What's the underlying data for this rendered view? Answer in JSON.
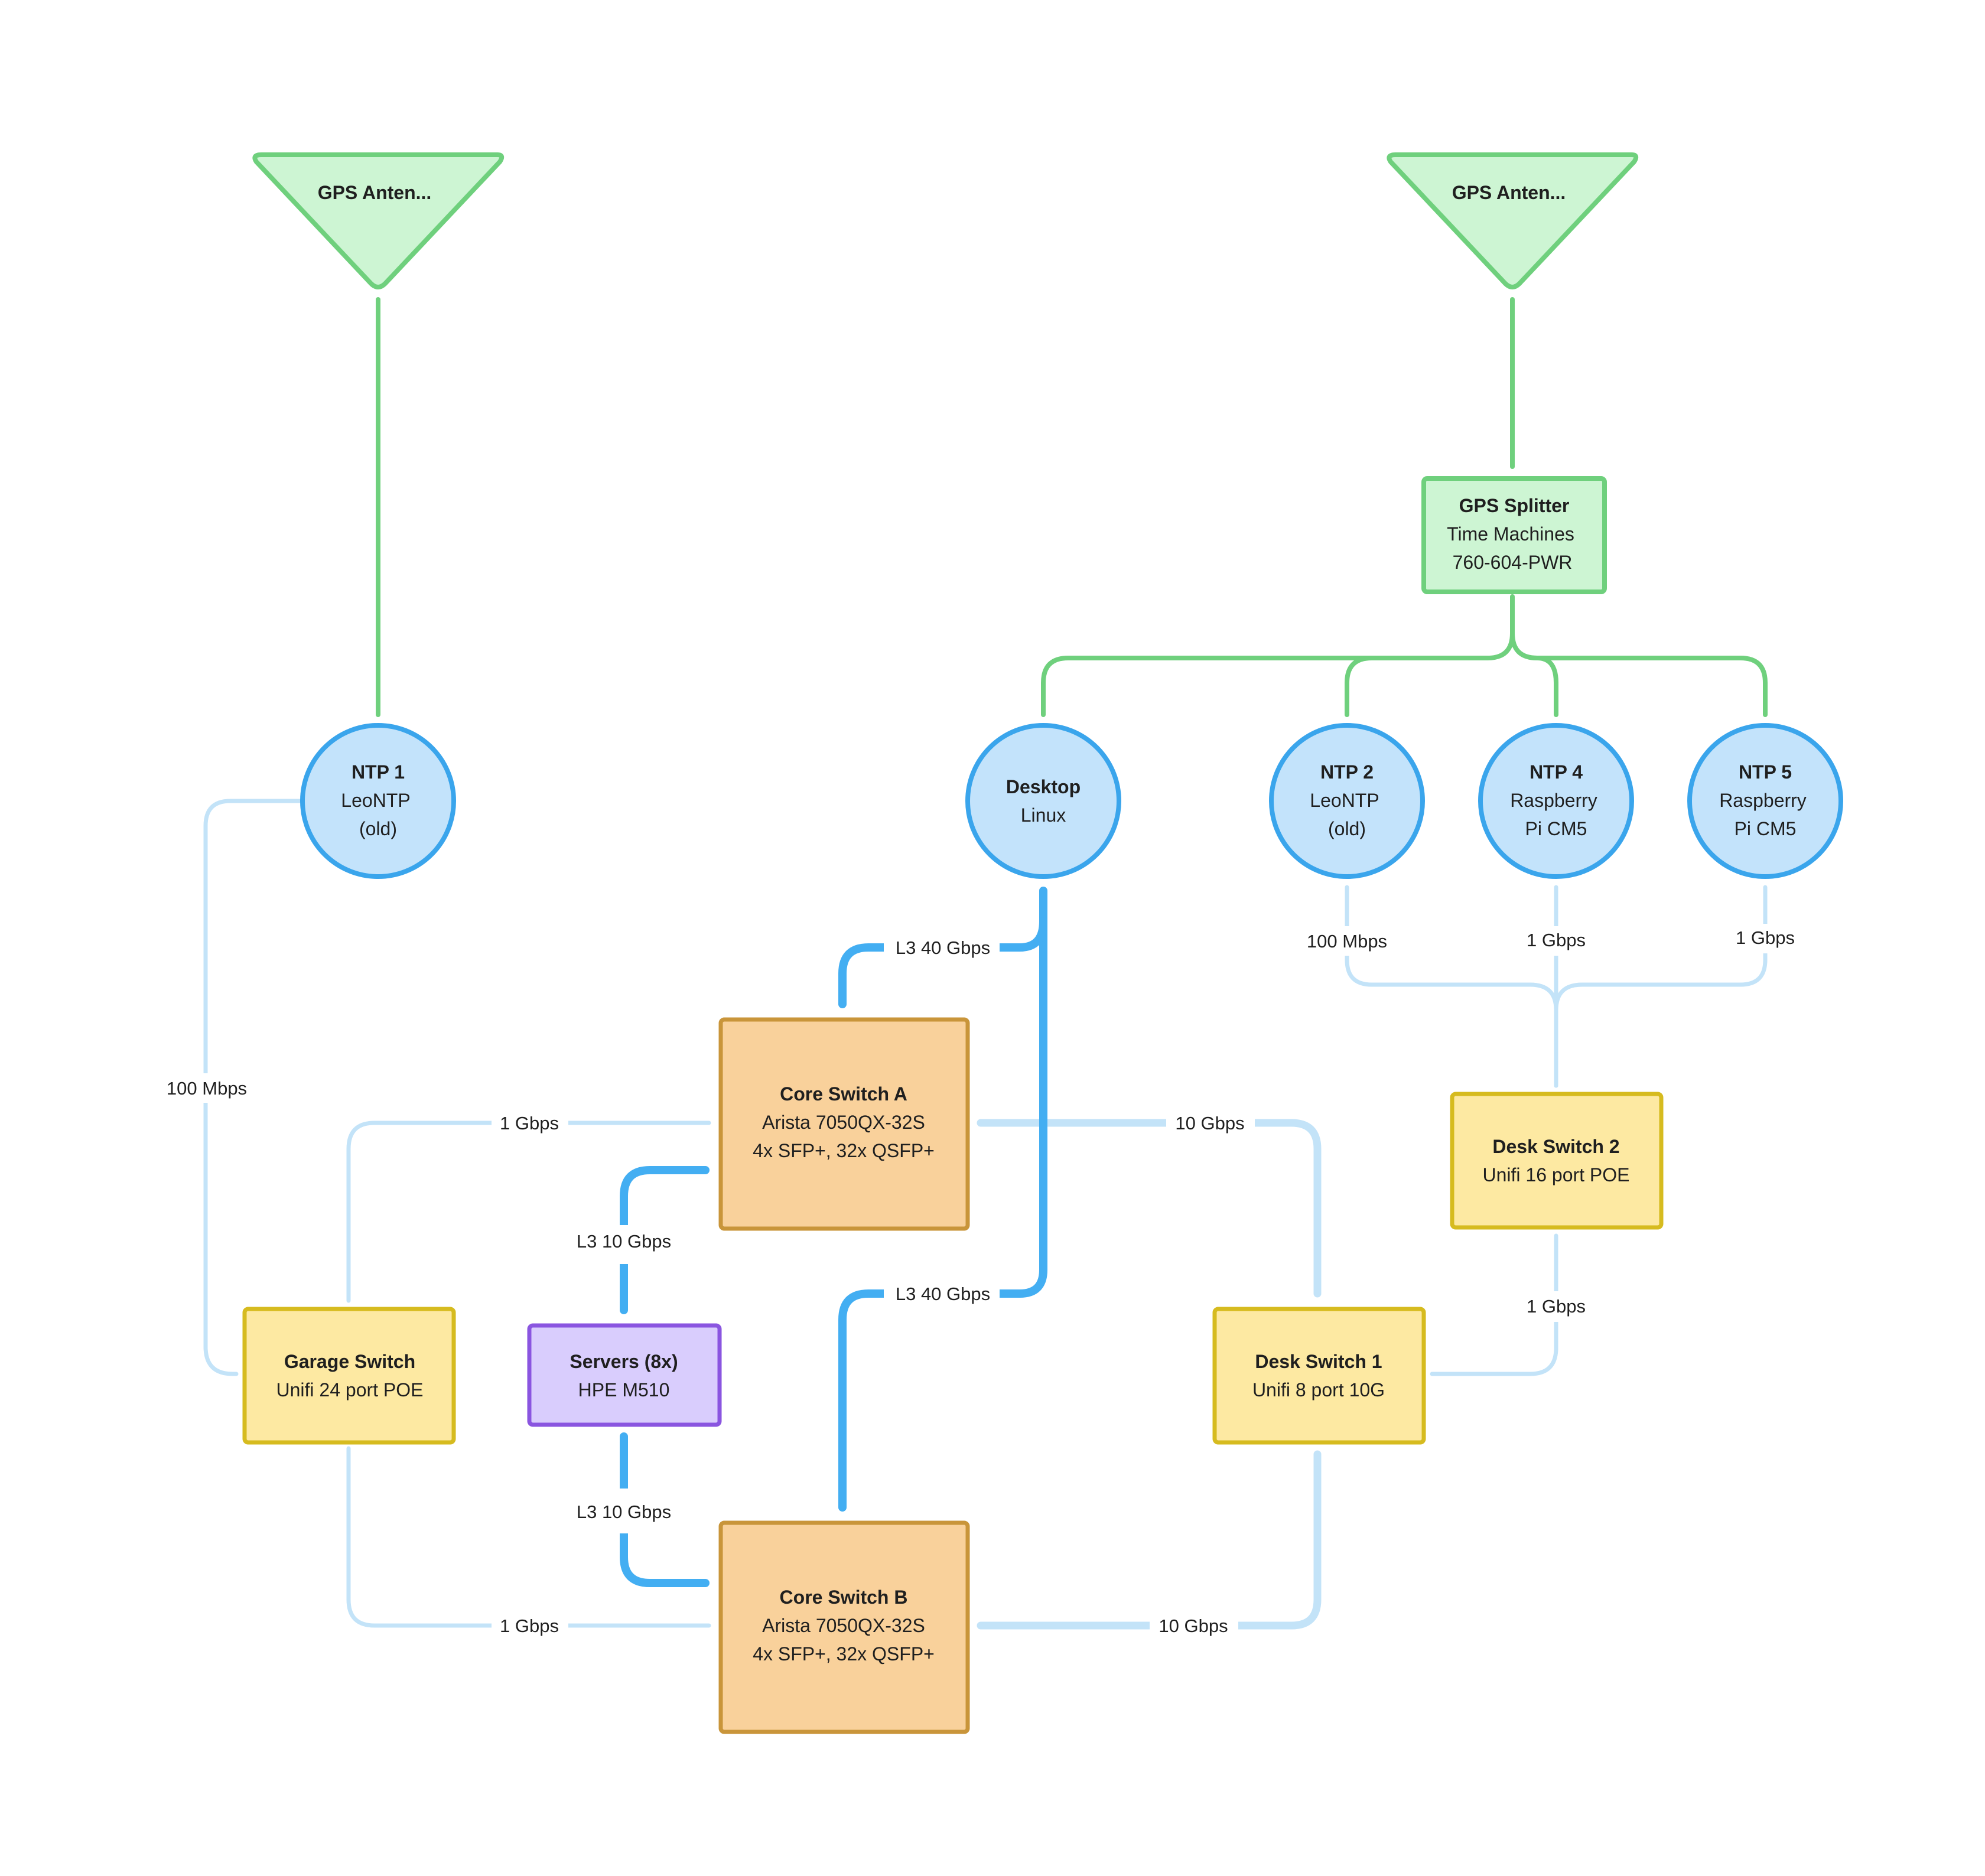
{
  "colors": {
    "gps": "#6fd07d",
    "gps_fill": "#cdf5d3",
    "ntp_stroke": "#3aa5ec",
    "ntp_fill": "#c3e3fb",
    "core_stroke": "#c9953a",
    "core_fill": "#f9d19b",
    "switch_stroke": "#d6bb1f",
    "switch_fill": "#fde9a2",
    "server_stroke": "#8a55e0",
    "server_fill": "#d9cdfd",
    "link_light": "#c3e3f8",
    "link_dark": "#43aef2"
  },
  "nodes": {
    "gps1": {
      "title": "GPS Anten..."
    },
    "gps2": {
      "title": "GPS Anten..."
    },
    "splitter": {
      "title": "GPS Splitter",
      "line1": "Time Machines",
      "line2": "760-604-PWR"
    },
    "ntp1": {
      "title": "NTP 1",
      "line1": "LeoNTP",
      "line2": "(old)"
    },
    "desktop": {
      "title": "Desktop",
      "line1": "Linux"
    },
    "ntp2": {
      "title": "NTP 2",
      "line1": "LeoNTP",
      "line2": "(old)"
    },
    "ntp4": {
      "title": "NTP 4",
      "line1": "Raspberry",
      "line2": "Pi CM5"
    },
    "ntp5": {
      "title": "NTP 5",
      "line1": "Raspberry",
      "line2": "Pi CM5"
    },
    "core_a": {
      "title": "Core Switch A",
      "line1": "Arista 7050QX-32S",
      "line2": "4x SFP+, 32x QSFP+"
    },
    "core_b": {
      "title": "Core Switch B",
      "line1": "Arista 7050QX-32S",
      "line2": "4x SFP+, 32x QSFP+"
    },
    "garage": {
      "title": "Garage Switch",
      "line1": "Unifi 24 port POE"
    },
    "servers": {
      "title": "Servers (8x)",
      "line1": "HPE M510"
    },
    "desk1": {
      "title": "Desk Switch 1",
      "line1": "Unifi 8 port 10G"
    },
    "desk2": {
      "title": "Desk Switch 2",
      "line1": "Unifi 16 port POE"
    }
  },
  "links": {
    "ntp1_garage": "100 Mbps",
    "ntp2_desk2": "100 Mbps",
    "ntp4_desk2": "1 Gbps",
    "ntp5_desk2": "1 Gbps",
    "desktop_core_a": "L3 40 Gbps",
    "desktop_core_b": "L3 40 Gbps",
    "garage_core_a": "1 Gbps",
    "garage_core_b": "1 Gbps",
    "core_a_desk1": "10 Gbps",
    "core_b_desk1": "10 Gbps",
    "core_a_servers": "L3 10 Gbps",
    "core_b_servers": "L3 10 Gbps",
    "desk2_desk1": "1 Gbps"
  }
}
